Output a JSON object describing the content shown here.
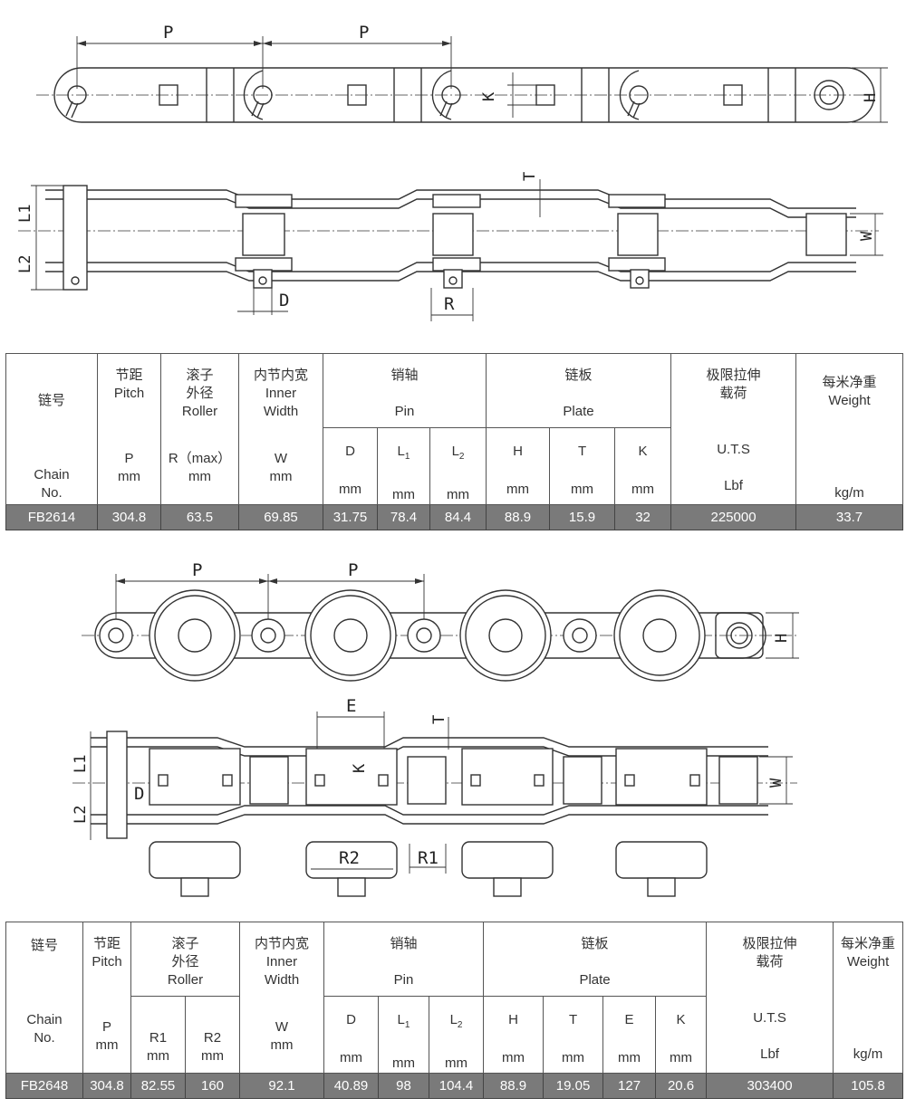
{
  "dims": {
    "p": "P",
    "h": "H",
    "k": "K",
    "t": "T",
    "w": "W",
    "l1": "L1",
    "l2": "L2",
    "d": "D",
    "r": "R",
    "e": "E",
    "r1": "R1",
    "r2": "R2"
  },
  "table1": {
    "head": {
      "chain_cn": "链号",
      "chain_en1": "Chain",
      "chain_en2": "No.",
      "pitch_cn": "节距",
      "pitch_en": "Pitch",
      "pitch_sym": "P",
      "pitch_unit": "mm",
      "roller_cn1": "滚子",
      "roller_cn2": "外径",
      "roller_en": "Roller",
      "roller_sym": "R（max）",
      "roller_unit": "mm",
      "inner_cn": "内节内宽",
      "inner_en1": "Inner",
      "inner_en2": "Width",
      "inner_sym": "W",
      "inner_unit": "mm",
      "pin_cn": "销轴",
      "pin_en": "Pin",
      "d": "D",
      "l1": "L",
      "l1_sub": "1",
      "l2": "L",
      "l2_sub": "2",
      "plate_cn": "链板",
      "plate_en": "Plate",
      "h": "H",
      "t": "T",
      "k": "K",
      "uts_cn1": "极限拉伸",
      "uts_cn2": "载荷",
      "uts": "U.T.S",
      "uts_unit": "Lbf",
      "weight_cn": "每米净重",
      "weight_en": "Weight",
      "weight_unit": "kg/m",
      "mm": "mm"
    },
    "row": {
      "chain": "FB2614",
      "p": "304.8",
      "r": "63.5",
      "w": "69.85",
      "d": "31.75",
      "l1": "78.4",
      "l2": "84.4",
      "h": "88.9",
      "t": "15.9",
      "k": "32",
      "uts": "225000",
      "weight": "33.7"
    }
  },
  "table2": {
    "head": {
      "chain_cn": "链号",
      "chain_en1": "Chain",
      "chain_en2": "No.",
      "pitch_cn": "节距",
      "pitch_en": "Pitch",
      "pitch_sym": "P",
      "pitch_unit": "mm",
      "roller_cn1": "滚子",
      "roller_cn2": "外径",
      "roller_en": "Roller",
      "r1": "R1",
      "r2": "R2",
      "inner_cn": "内节内宽",
      "inner_en1": "Inner",
      "inner_en2": "Width",
      "inner_sym": "W",
      "pin_cn": "销轴",
      "pin_en": "Pin",
      "d": "D",
      "l1": "L",
      "l1_sub": "1",
      "l2": "L",
      "l2_sub": "2",
      "plate_cn": "链板",
      "plate_en": "Plate",
      "h": "H",
      "t": "T",
      "e": "E",
      "k": "K",
      "uts_cn1": "极限拉伸",
      "uts_cn2": "载荷",
      "uts": "U.T.S",
      "uts_unit": "Lbf",
      "weight_cn": "每米净重",
      "weight_en": "Weight",
      "weight_unit": "kg/m",
      "mm": "mm"
    },
    "row": {
      "chain": "FB2648",
      "p": "304.8",
      "r1": "82.55",
      "r2": "160",
      "w": "92.1",
      "d": "40.89",
      "l1": "98",
      "l2": "104.4",
      "h": "88.9",
      "t": "19.05",
      "e": "127",
      "k": "20.6",
      "uts": "303400",
      "weight": "105.8"
    }
  }
}
